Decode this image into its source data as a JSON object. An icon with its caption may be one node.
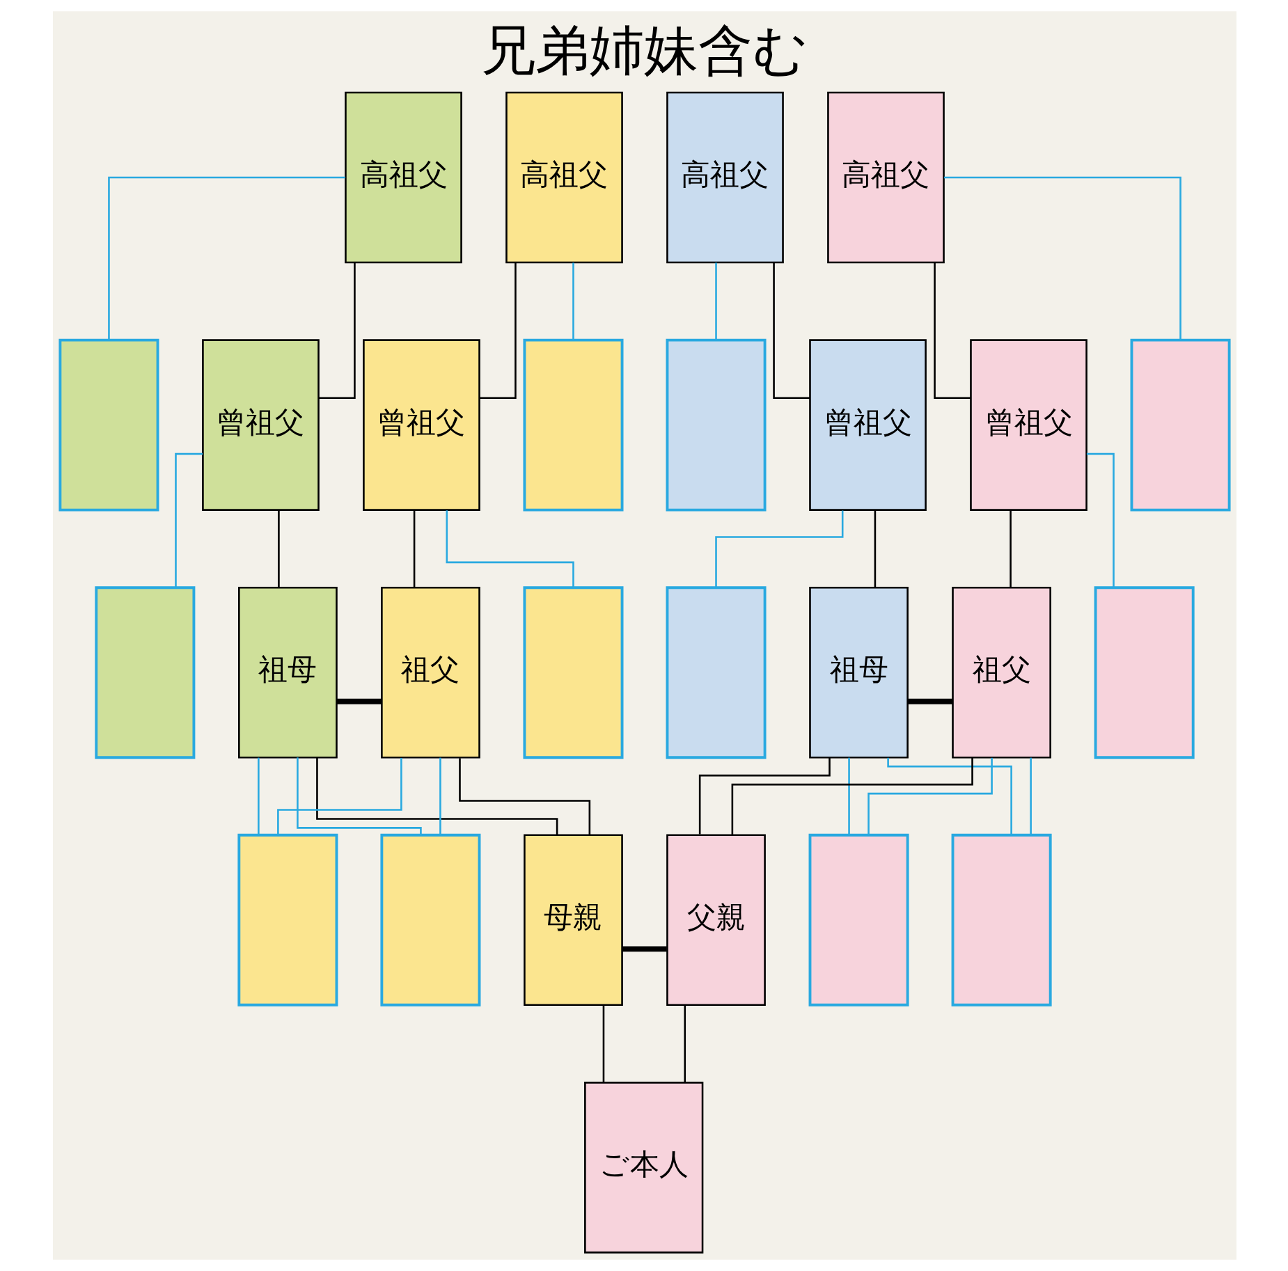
{
  "diagram": {
    "title": "兄弟姉妹含む",
    "nodes": [
      {
        "text": [
          "高祖父"
        ]
      },
      {
        "text": [
          "高祖父"
        ]
      },
      {
        "text": [
          "高祖父"
        ]
      },
      {
        "text": [
          "高祖父"
        ]
      },
      {
        "text": [],
        "shape": "box"
      },
      {
        "text": [
          "曾祖父"
        ]
      },
      {
        "text": [
          "曾祖父"
        ]
      },
      {
        "text": [],
        "shape": "box"
      },
      {
        "text": [],
        "shape": "box"
      },
      {
        "text": [
          "曾祖父"
        ]
      },
      {
        "text": [
          "曾祖父"
        ]
      },
      {
        "text": [],
        "shape": "box"
      },
      {
        "text": [],
        "shape": "box"
      },
      {
        "text": [
          "祖母"
        ]
      },
      {
        "text": [
          "祖父"
        ]
      },
      {
        "text": [],
        "shape": "box"
      },
      {
        "text": [],
        "shape": "box"
      },
      {
        "text": [
          "祖母"
        ]
      },
      {
        "text": [
          "祖父"
        ]
      },
      {
        "text": [],
        "shape": "box"
      },
      {
        "text": [],
        "shape": "box"
      },
      {
        "text": [],
        "shape": "box"
      },
      {
        "text": [
          "母親"
        ]
      },
      {
        "text": [
          "父親"
        ]
      },
      {
        "text": [],
        "shape": "box"
      },
      {
        "text": [],
        "shape": "box"
      },
      {
        "text": [
          "ご本人"
        ]
      }
    ],
    "edges": [
      {
        "from": 0,
        "to": 5,
        "arrow": "none"
      },
      {
        "from": 0,
        "to": 4,
        "arrow": "none",
        "color": "#29a9e0"
      },
      {
        "from": 1,
        "to": 6,
        "arrow": "none"
      },
      {
        "from": 1,
        "to": 7,
        "arrow": "none",
        "color": "#29a9e0"
      },
      {
        "from": 2,
        "to": 9,
        "arrow": "none"
      },
      {
        "from": 2,
        "to": 8,
        "arrow": "none",
        "color": "#29a9e0"
      },
      {
        "from": 3,
        "to": 10,
        "arrow": "none"
      },
      {
        "from": 3,
        "to": 11,
        "arrow": "none",
        "color": "#29a9e0"
      },
      {
        "from": 5,
        "to": 13,
        "arrow": "none"
      },
      {
        "from": 5,
        "to": 12,
        "arrow": "none",
        "color": "#29a9e0"
      },
      {
        "from": 6,
        "to": 14,
        "arrow": "none"
      },
      {
        "from": 6,
        "to": 15,
        "arrow": "none",
        "color": "#29a9e0"
      },
      {
        "from": 9,
        "to": 17,
        "arrow": "none"
      },
      {
        "from": 9,
        "to": 16,
        "arrow": "none",
        "color": "#29a9e0"
      },
      {
        "from": 10,
        "to": 18,
        "arrow": "none"
      },
      {
        "from": 10,
        "to": 19,
        "arrow": "none",
        "color": "#29a9e0"
      },
      {
        "from": 13,
        "to": 14,
        "arrow": "none",
        "style": "thick"
      },
      {
        "from": 17,
        "to": 18,
        "arrow": "none",
        "style": "thick"
      },
      {
        "from": 13,
        "to": 22,
        "arrow": "none"
      },
      {
        "from": 14,
        "to": 22,
        "arrow": "none"
      },
      {
        "from": 13,
        "to": 20,
        "arrow": "none",
        "color": "#29a9e0"
      },
      {
        "from": 14,
        "to": 20,
        "arrow": "none",
        "color": "#29a9e0"
      },
      {
        "from": 13,
        "to": 21,
        "arrow": "none",
        "color": "#29a9e0"
      },
      {
        "from": 14,
        "to": 21,
        "arrow": "none",
        "color": "#29a9e0"
      },
      {
        "from": 17,
        "to": 23,
        "arrow": "none"
      },
      {
        "from": 18,
        "to": 23,
        "arrow": "none"
      },
      {
        "from": 17,
        "to": 24,
        "arrow": "none",
        "color": "#29a9e0"
      },
      {
        "from": 18,
        "to": 24,
        "arrow": "none",
        "color": "#29a9e0"
      },
      {
        "from": 17,
        "to": 25,
        "arrow": "none",
        "color": "#29a9e0"
      },
      {
        "from": 18,
        "to": 25,
        "arrow": "none",
        "color": "#29a9e0"
      },
      {
        "from": 22,
        "to": 23,
        "arrow": "none",
        "style": "thick"
      },
      {
        "from": 22,
        "to": 26,
        "arrow": "none"
      },
      {
        "from": 23,
        "to": 26,
        "arrow": "none"
      }
    ]
  }
}
